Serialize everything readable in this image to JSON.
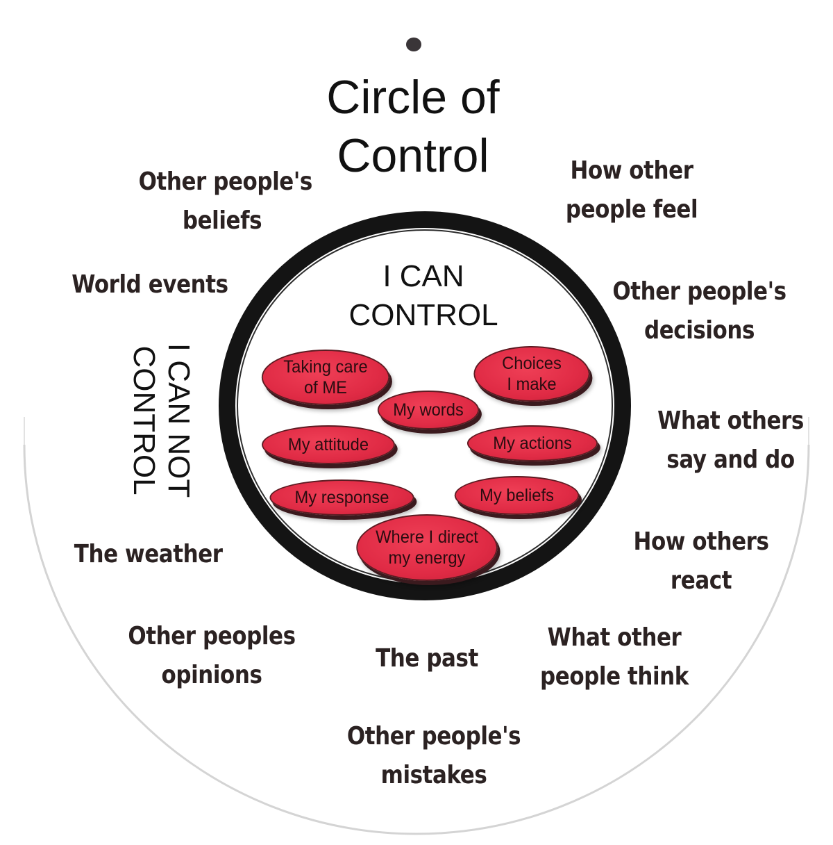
{
  "title": {
    "line1": "Circle of",
    "line2": "Control"
  },
  "inner": {
    "heading": {
      "line1": "I CAN",
      "line2": "CONTROL"
    },
    "pills": [
      {
        "id": "taking-care",
        "line1": "Taking care",
        "line2": "of ME"
      },
      {
        "id": "choices",
        "line1": "Choices",
        "line2": "I make"
      },
      {
        "id": "words",
        "line1": "My words",
        "line2": ""
      },
      {
        "id": "attitude",
        "line1": "My attitude",
        "line2": ""
      },
      {
        "id": "actions",
        "line1": "My actions",
        "line2": ""
      },
      {
        "id": "response",
        "line1": "My response",
        "line2": ""
      },
      {
        "id": "beliefs",
        "line1": "My beliefs",
        "line2": ""
      },
      {
        "id": "energy",
        "line1": "Where I direct",
        "line2": "my energy"
      }
    ]
  },
  "outer": {
    "vertical_label": {
      "line1": "I CAN NOT",
      "line2": "CONTROL"
    },
    "items": [
      {
        "id": "others-beliefs",
        "line1": "Other people's",
        "line2": "beliefs"
      },
      {
        "id": "world-events",
        "line1": "World events",
        "line2": ""
      },
      {
        "id": "weather",
        "line1": "The weather",
        "line2": ""
      },
      {
        "id": "others-opinions",
        "line1": "Other peoples",
        "line2": "opinions"
      },
      {
        "id": "past",
        "line1": "The past",
        "line2": ""
      },
      {
        "id": "others-mistakes",
        "line1": "Other people's",
        "line2": "mistakes"
      },
      {
        "id": "others-think",
        "line1": "What other",
        "line2": "people think"
      },
      {
        "id": "others-react",
        "line1": "How others",
        "line2": "react"
      },
      {
        "id": "others-say-do",
        "line1": "What others",
        "line2": "say and do"
      },
      {
        "id": "others-decisions",
        "line1": "Other people's",
        "line2": "decisions"
      },
      {
        "id": "others-feel",
        "line1": "How other",
        "line2": "people feel"
      }
    ]
  },
  "colors": {
    "board": "#ffffff",
    "board_edge": "#d8d8d8",
    "ring": "#121212",
    "pill": "#e02b45",
    "pill_shadow": "#3b1a1e",
    "text": "#2b2222"
  }
}
